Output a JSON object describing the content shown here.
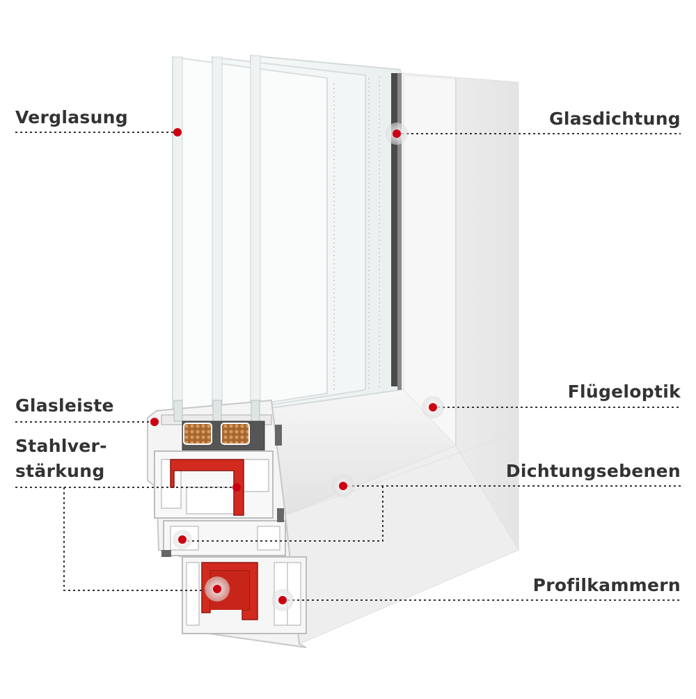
{
  "labels": {
    "verglasung": "Verglasung",
    "glasdichtung": "Glasdichtung",
    "glasleiste": "Glasleiste",
    "stahl_line1": "Stahlver-",
    "stahl_line2": "stärkung",
    "fluegeloptik": "Flügeloptik",
    "dichtungsebenen": "Dichtungsebenen",
    "profilkammern": "Profilkammern"
  },
  "colors": {
    "text": "#333333",
    "marker": "#cc0010",
    "leader": "#333333",
    "steel": "#d22a1f",
    "insulation": "#b8733e",
    "seal": "#555555"
  }
}
